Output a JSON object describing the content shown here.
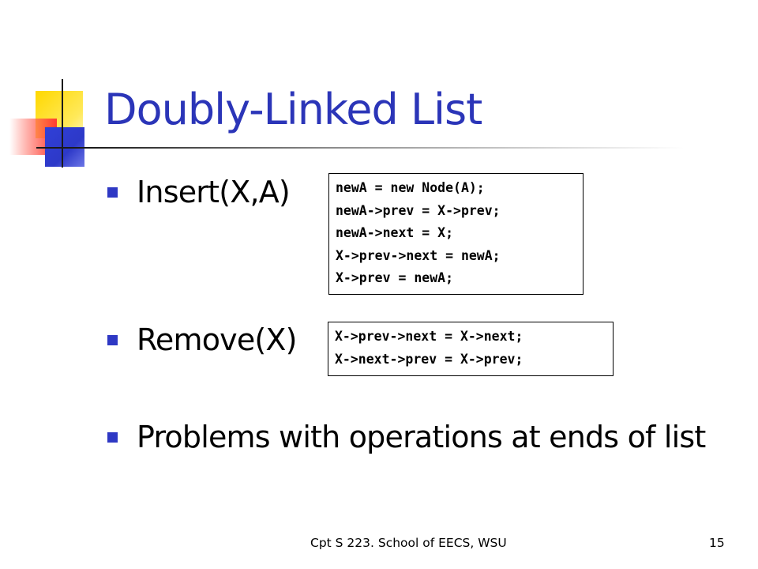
{
  "slide": {
    "title": "Doubly-Linked List",
    "bullets": [
      {
        "text": "Insert(X,A)",
        "code": [
          "newA = new Node(A);",
          "newA->prev = X->prev;",
          "newA->next = X;",
          "X->prev->next = newA;",
          "X->prev = newA;"
        ]
      },
      {
        "text": "Remove(X)",
        "code": [
          "X->prev->next = X->next;",
          "X->next->prev = X->prev;"
        ]
      },
      {
        "text": "Problems with operations at ends of list"
      }
    ],
    "footer": "Cpt S 223. School of EECS, WSU",
    "page_number": "15"
  },
  "colors": {
    "title": "#2b35b8",
    "bullet": "#2e38c4",
    "accent_yellow": "#ffd800",
    "accent_red": "#ff3b2f",
    "accent_blue": "#3040d8"
  },
  "icons": {
    "bullet": "square-bullet-icon"
  }
}
